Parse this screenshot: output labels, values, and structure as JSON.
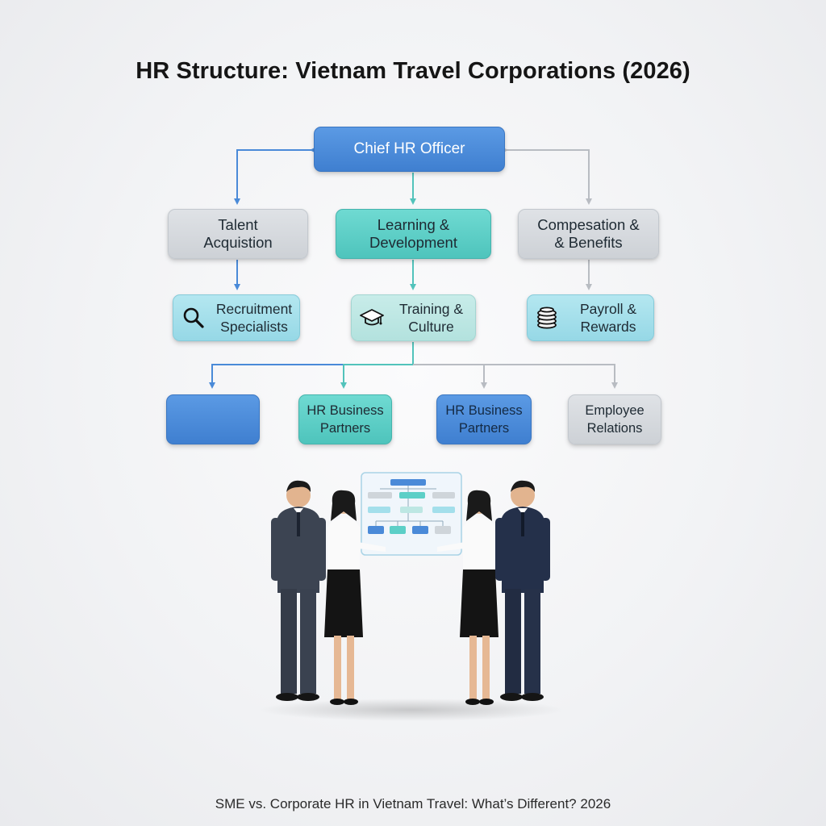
{
  "title": "HR Structure: Vietnam Travel Corporations (2026)",
  "caption": "SME vs. Corporate HR in Vietnam Travel: What’s Different? 2026",
  "nodes": {
    "chief": "Chief HR Officer",
    "talent": "Talent\nAcquistion",
    "learning": "Learning &\nDevelopment",
    "comp": "Compesation &\n& Benefits",
    "recruit": "Recruitment\nSpecialists",
    "training": "Training &\nCulture",
    "payroll": "Payroll &\nRewards",
    "blank": "",
    "hrbp1": "HR Business\nPartners",
    "hrbp2": "HR Business\nPartners",
    "employee": "Employee\nRelations"
  },
  "icons": {
    "recruit": "magnifier-icon",
    "training": "graduation-cap-icon",
    "payroll": "coin-stack-icon"
  },
  "colors": {
    "blue": "#4a8ad8",
    "teal": "#5ccfc7",
    "gray": "#d5d9de",
    "light_blue": "#a3dfeb",
    "pale_teal": "#bde7e3",
    "connector_blue": "#4a8ad8",
    "connector_teal": "#52c3bb",
    "connector_gray": "#b8bcc2"
  }
}
